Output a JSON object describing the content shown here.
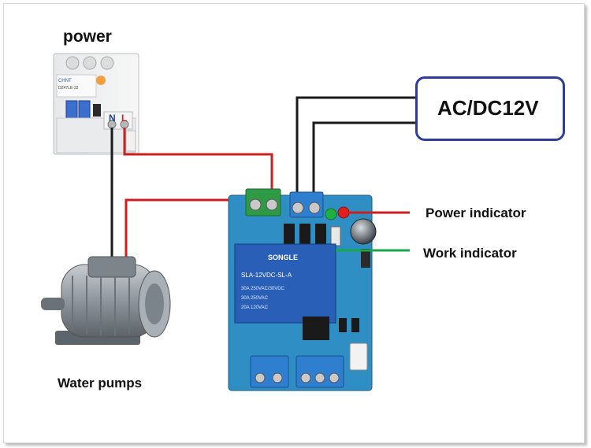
{
  "labels": {
    "power": "power",
    "supply": "AC/DC12V",
    "power_indicator": "Power indicator",
    "work_indicator": "Work indicator",
    "water_pumps": "Water pumps"
  },
  "breaker": {
    "brand": "CHNT",
    "model": "DZ47LE-32",
    "terminal_n": "N",
    "terminal_l": "L"
  },
  "relay": {
    "brand": "SONGLE",
    "model": "SLA-12VDC-SL-A",
    "rating_1": "30A 250VAC/30VDC",
    "rating_2": "30A 250VAC",
    "rating_3": "20A 120VAC"
  },
  "colors": {
    "supply_border": "#2f3d9a",
    "power_led": "#e02020",
    "work_led": "#20b040",
    "red_wire": "#cc1f1f",
    "green_wire": "#1aa84a",
    "pcb": "#2f8fc4",
    "relay_body": "#2a5fb8",
    "terminal": "#2e7fd0",
    "terminal_green": "#2f9a46"
  }
}
